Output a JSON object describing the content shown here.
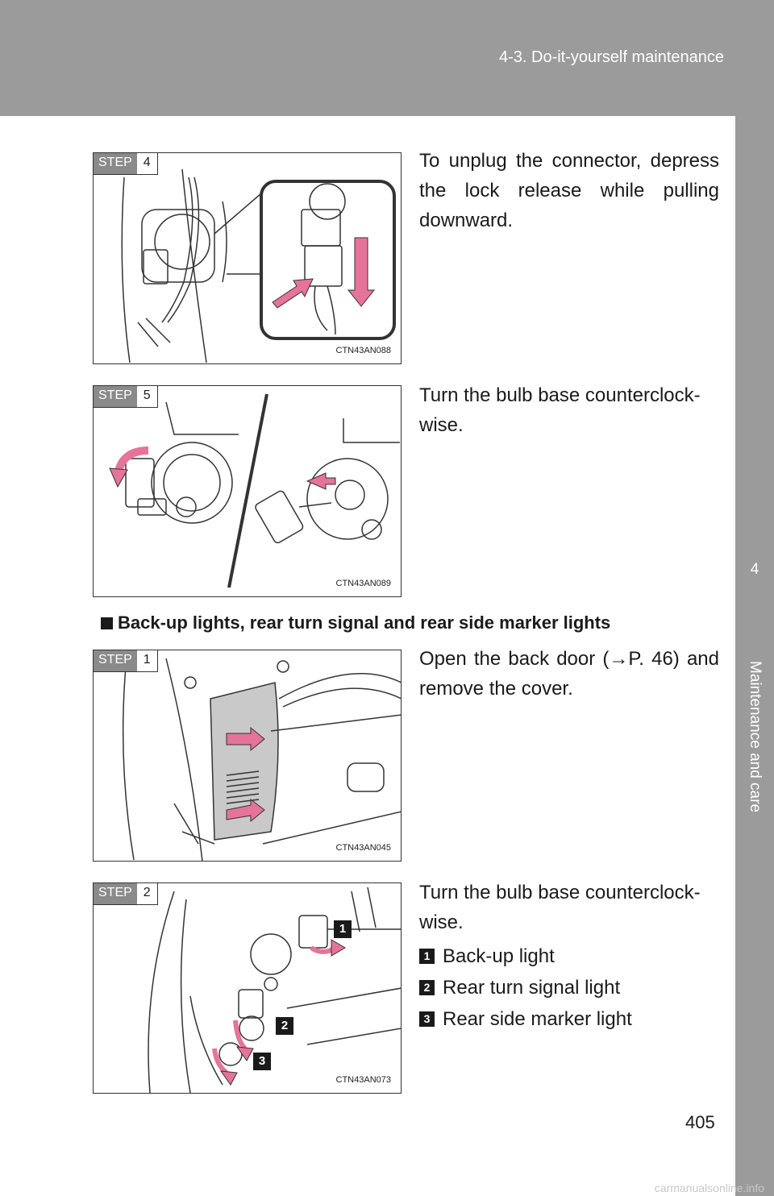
{
  "header": {
    "title": "4-3. Do-it-yourself maintenance"
  },
  "side_tab": {
    "chapter": "4",
    "label": "Maintenance and care"
  },
  "steps": [
    {
      "word": "STEP",
      "num": "4",
      "code": "CTN43AN088",
      "text": "To unplug the connector, depress the lock release while pulling downward."
    },
    {
      "word": "STEP",
      "num": "5",
      "code": "CTN43AN089",
      "text": "Turn the bulb base counterclock-wise."
    },
    {
      "word": "STEP",
      "num": "1",
      "code": "CTN43AN045",
      "text": "Open the back door (→P. 46) and remove the cover."
    },
    {
      "word": "STEP",
      "num": "2",
      "code": "CTN43AN073",
      "text": "Turn the bulb base counterclock-wise."
    }
  ],
  "section": {
    "heading": "Back-up lights, rear turn signal and rear side marker lights"
  },
  "legend": [
    {
      "num": "1",
      "label": "Back-up light"
    },
    {
      "num": "2",
      "label": "Rear turn signal light"
    },
    {
      "num": "3",
      "label": "Rear side marker light"
    }
  ],
  "page_number": "405",
  "watermark": "carmanualsonline.info",
  "colors": {
    "header": "#9b9b9b",
    "arrow": "#e6739a"
  }
}
